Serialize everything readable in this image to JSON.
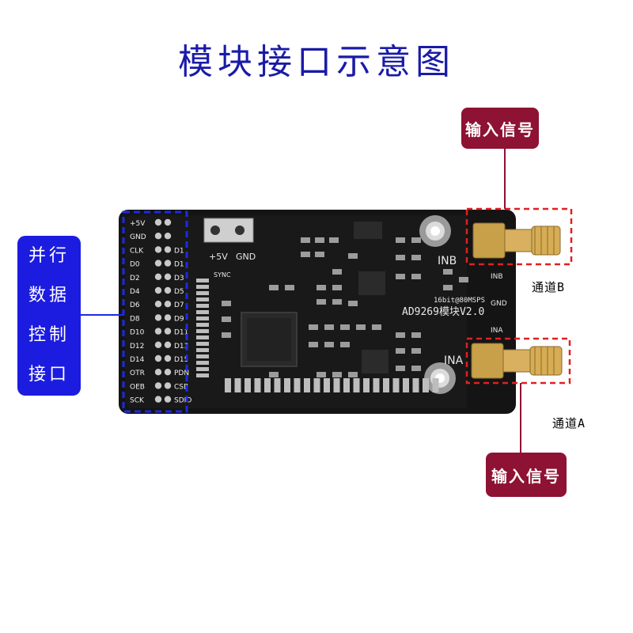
{
  "title": "模块接口示意图",
  "parallel_interface_label": [
    "并行",
    "数据",
    "控制",
    "接口"
  ],
  "input_signal_top": "输入信号",
  "input_signal_bottom": "输入信号",
  "channel_b": "通道B",
  "channel_a": "通道A",
  "board": {
    "left_pins": [
      "+5V",
      "GND",
      "CLK",
      "D0",
      "D2",
      "D4",
      "D6",
      "D8",
      "D10",
      "D12",
      "D14",
      "OTR",
      "OEB",
      "SCK"
    ],
    "right_pins": [
      "",
      "",
      "D1",
      "D1",
      "D3",
      "D5",
      "D7",
      "D9",
      "D11",
      "D13",
      "D15",
      "PDN",
      "CSB",
      "SDIO"
    ],
    "model_text": "AD9269模块V2.0",
    "spec_text": "16bit@80MSPS",
    "power_label": "+5V",
    "gnd_label": "GND",
    "inb_label": "INB",
    "ina_label": "INA",
    "sync_label": "SYNC",
    "side_labels": [
      "INB",
      "GND",
      "INA"
    ]
  },
  "colors": {
    "title": "#1a1aa8",
    "red_tag": "#8e1233",
    "blue_tag": "#1c1ce0",
    "dash_blue": "#1e2be0",
    "dash_red": "#e02020"
  }
}
